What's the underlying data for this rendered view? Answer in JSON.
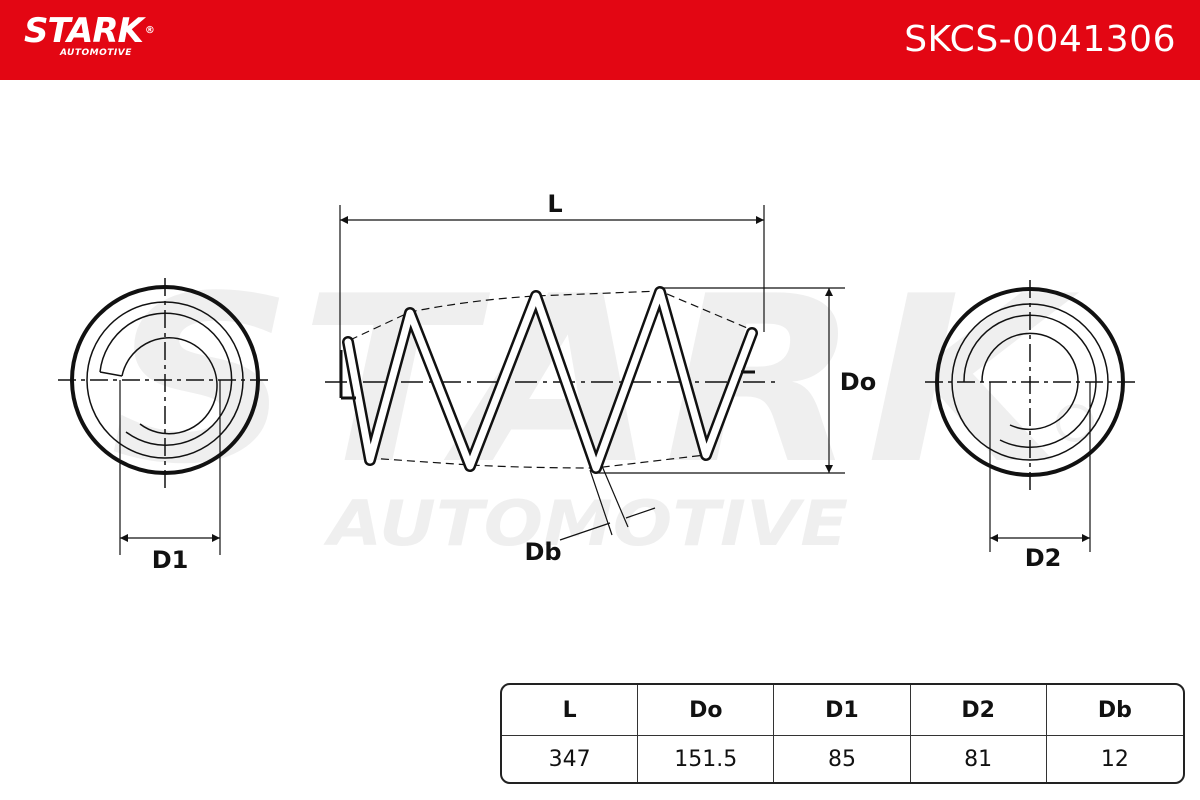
{
  "header": {
    "brand_name": "STARK",
    "brand_registered": "®",
    "brand_sub": "AUTOMOTIVE",
    "part_number": "SKCS-0041306",
    "background_color": "#e30613"
  },
  "watermark": {
    "line1": "STARK",
    "line2": "AUTOMOTIVE"
  },
  "diagram": {
    "labels": {
      "length": "L",
      "outer_diameter": "Do",
      "diameter_1": "D1",
      "diameter_2": "D2",
      "wire_diameter": "Db"
    }
  },
  "spec_table": {
    "headers": [
      "L",
      "Do",
      "D1",
      "D2",
      "Db"
    ],
    "values": [
      "347",
      "151.5",
      "85",
      "81",
      "12"
    ]
  }
}
